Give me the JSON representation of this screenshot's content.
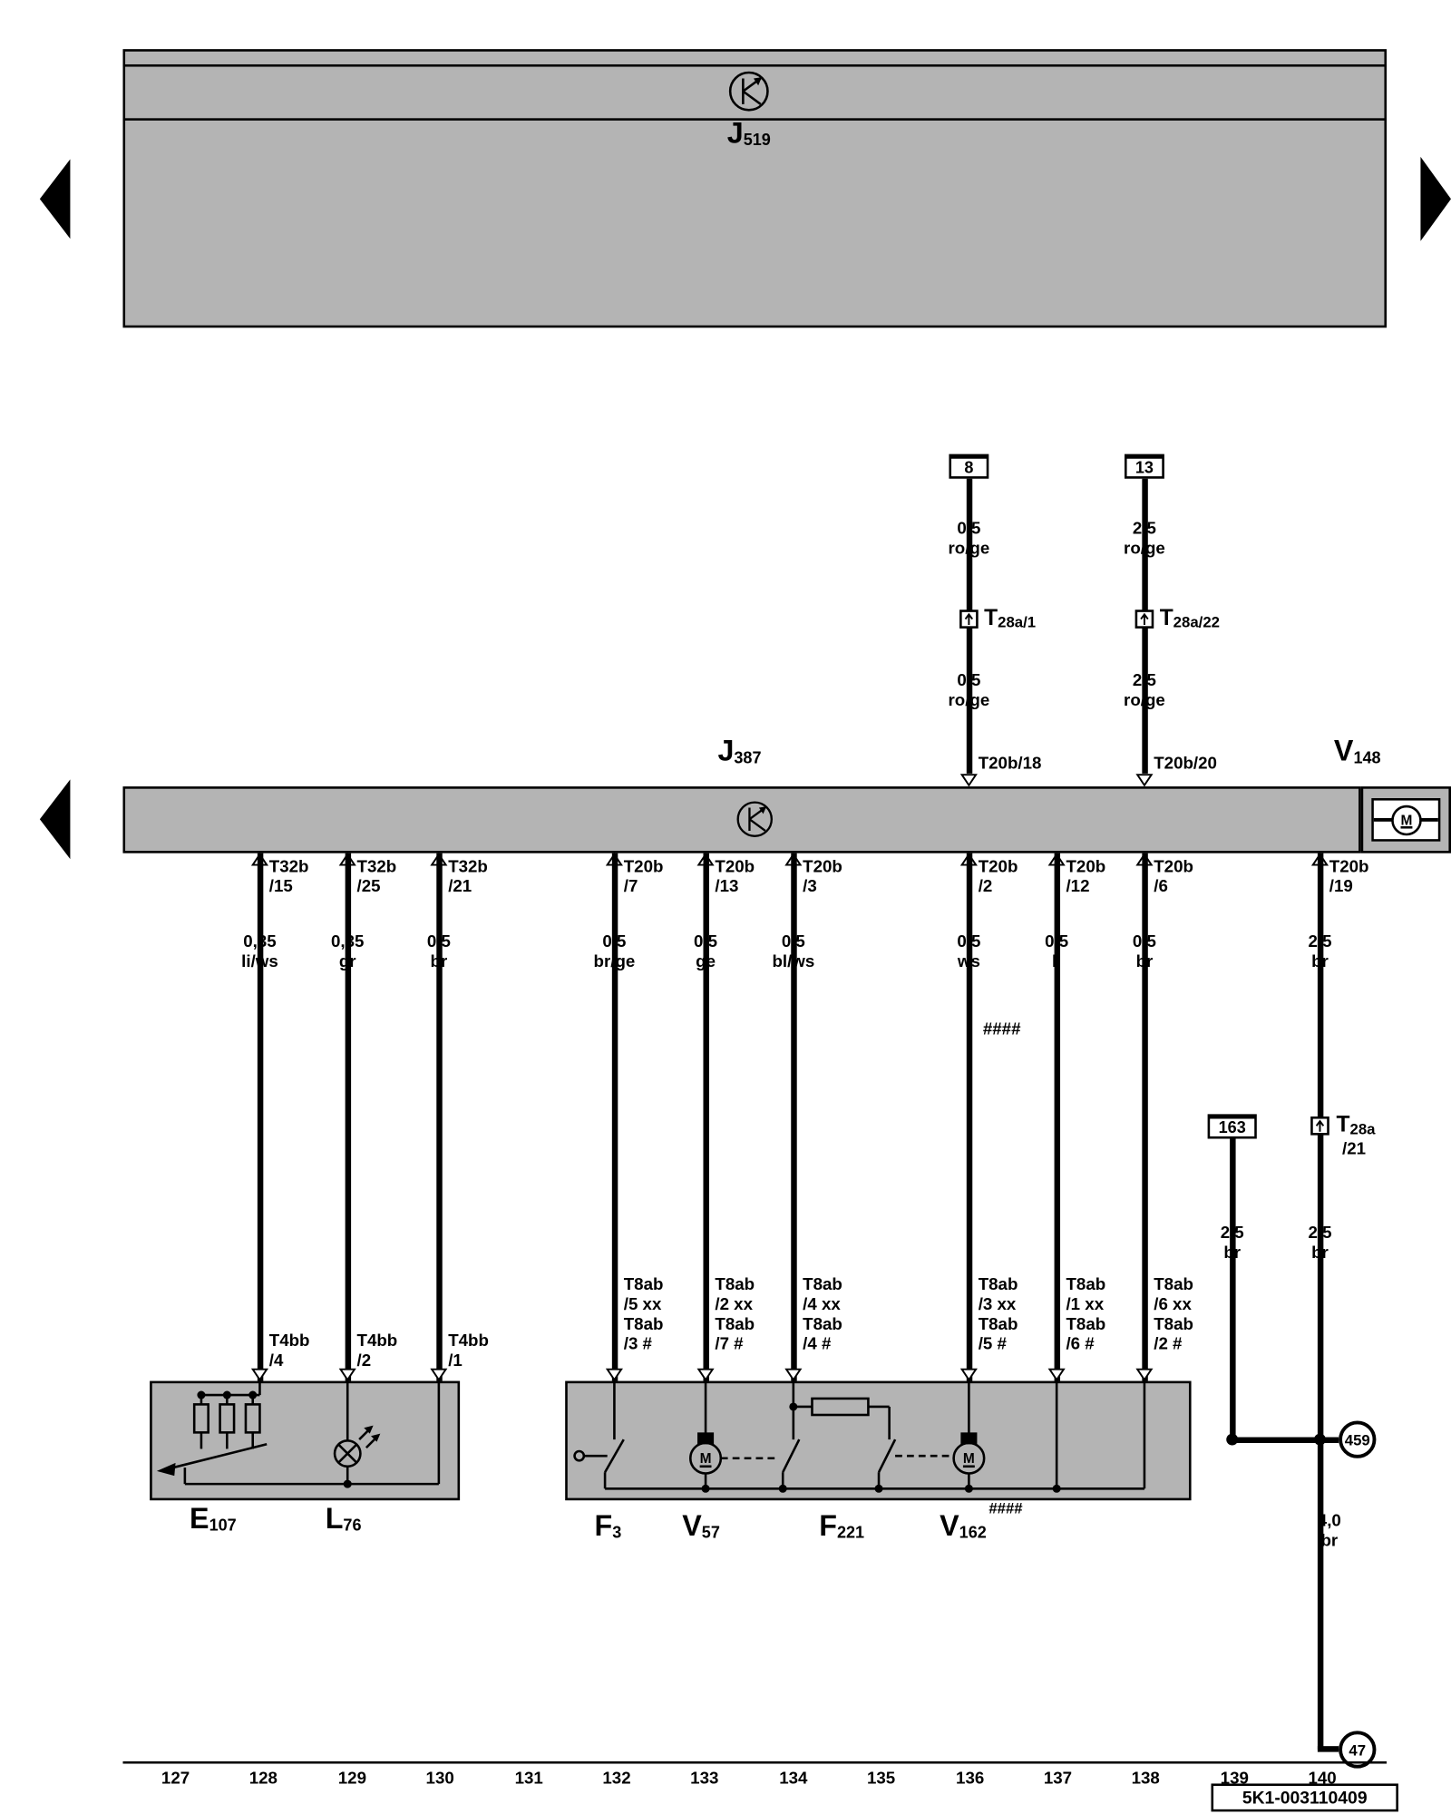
{
  "modules": {
    "j519_letter": "J",
    "j519_num": "519",
    "j387_letter": "J",
    "j387_num": "387",
    "v148_letter": "V",
    "v148_num": "148",
    "motor_glyph": "M"
  },
  "feed_wires": [
    {
      "terminal": "8",
      "gauge_top": "0,5",
      "color_top": "ro/ge",
      "conn_letter": "T",
      "conn_sub": "28a/1",
      "gauge_bot": "0,5",
      "color_bot": "ro/ge",
      "pin": "T20b/18"
    },
    {
      "terminal": "13",
      "gauge_top": "2,5",
      "color_top": "ro/ge",
      "conn_letter": "T",
      "conn_sub": "28a/22",
      "gauge_bot": "2,5",
      "color_bot": "ro/ge",
      "pin": "T20b/20"
    }
  ],
  "drop_wires": [
    {
      "pin1": "T32b",
      "pin2": "/15",
      "gauge": "0,35",
      "color": "li/ws",
      "c1": "T4bb",
      "c2": "/4"
    },
    {
      "pin1": "T32b",
      "pin2": "/25",
      "gauge": "0,35",
      "color": "gr",
      "c1": "T4bb",
      "c2": "/2"
    },
    {
      "pin1": "T32b",
      "pin2": "/21",
      "gauge": "0,5",
      "color": "br",
      "c1": "T4bb",
      "c2": "/1"
    },
    {
      "pin1": "T20b",
      "pin2": "/7",
      "gauge": "0,5",
      "color": "br/ge",
      "c1": "T8ab",
      "c2": "/5 xx",
      "c3": "T8ab",
      "c4": "/3 #"
    },
    {
      "pin1": "T20b",
      "pin2": "/13",
      "gauge": "0,5",
      "color": "ge",
      "c1": "T8ab",
      "c2": "/2 xx",
      "c3": "T8ab",
      "c4": "/7 #"
    },
    {
      "pin1": "T20b",
      "pin2": "/3",
      "gauge": "0,5",
      "color": "bl/ws",
      "c1": "T8ab",
      "c2": "/4 xx",
      "c3": "T8ab",
      "c4": "/4 #"
    },
    {
      "pin1": "T20b",
      "pin2": "/2",
      "gauge": "0,5",
      "color": "ws",
      "c1": "T8ab",
      "c2": "/3 xx",
      "c3": "T8ab",
      "c4": "/5 #"
    },
    {
      "pin1": "T20b",
      "pin2": "/12",
      "gauge": "0,5",
      "color": "li",
      "c1": "T8ab",
      "c2": "/1 xx",
      "c3": "T8ab",
      "c4": "/6 #"
    },
    {
      "pin1": "T20b",
      "pin2": "/6",
      "gauge": "0,5",
      "color": "br",
      "c1": "T8ab",
      "c2": "/6 xx",
      "c3": "T8ab",
      "c4": "/2 #"
    }
  ],
  "right_branch": {
    "pin1": "T20b",
    "pin2": "/19",
    "gauge_upper": "2,5",
    "color_upper": "br",
    "conn_letter": "T",
    "conn_sub": "28a",
    "conn_pin": "/21",
    "gauge_lower": "2,5",
    "color_lower": "br",
    "gauge_ground": "4,0",
    "color_ground": "br",
    "ground_top": "459",
    "ground_bottom": "47"
  },
  "terminal_163": {
    "id": "163",
    "gauge": "2,5",
    "color": "br"
  },
  "components": {
    "e107_letter": "E",
    "e107_num": "107",
    "l76_letter": "L",
    "l76_num": "76",
    "f3_letter": "F",
    "f3_num": "3",
    "v57_letter": "V",
    "v57_num": "57",
    "f221_letter": "F",
    "f221_num": "221",
    "v162_letter": "V",
    "v162_num": "162",
    "v162_hash": "####"
  },
  "annotations": {
    "hash_136": "####"
  },
  "ruler": [
    "127",
    "128",
    "129",
    "130",
    "131",
    "132",
    "133",
    "134",
    "135",
    "136",
    "137",
    "138",
    "139",
    "140"
  ],
  "part_number": "5K1-003110409"
}
